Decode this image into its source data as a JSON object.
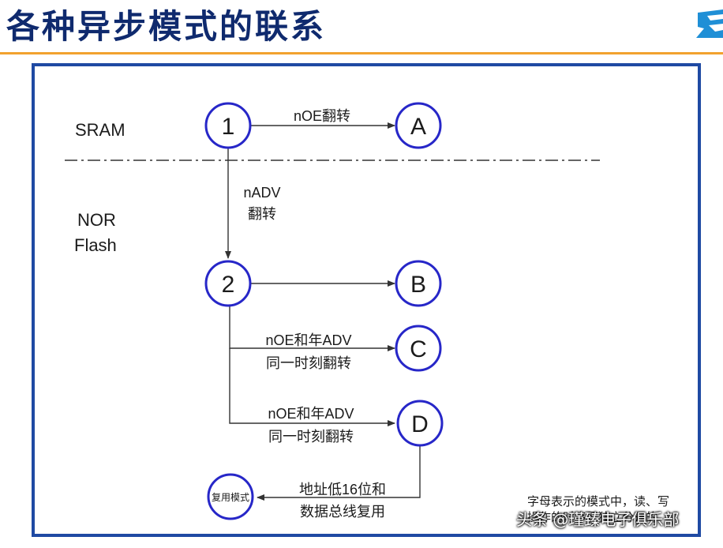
{
  "header": {
    "title": "各种异步模式的联系"
  },
  "diagram": {
    "rows": {
      "sram": "SRAM",
      "nor_line1": "NOR",
      "nor_line2": "Flash"
    },
    "nodes": {
      "n1": "1",
      "n2": "2",
      "a": "A",
      "b": "B",
      "c": "C",
      "d": "D",
      "mux": "复用模式"
    },
    "edges": {
      "one_to_a": "nOE翻转",
      "one_to_two_line1": "nADV",
      "one_to_two_line2": "翻转",
      "two_to_c_line1": "nOE和年ADV",
      "two_to_c_line2": "同一时刻翻转",
      "two_to_d_line1": "nOE和年ADV",
      "two_to_d_line2": "同一时刻翻转",
      "d_to_mux_line1": "地址低16位和",
      "d_to_mux_line2": "数据总线复用"
    },
    "note_line1": "字母表示的模式中，读、写",
    "note_line2": "操作的时序是独立分开的"
  },
  "watermark": "头条 @瑾臻电子俱乐部",
  "colors": {
    "title": "#0f2a6e",
    "accent_rule": "#f2a22e",
    "frame": "#1f4aa3",
    "node_stroke": "#2727c8"
  }
}
